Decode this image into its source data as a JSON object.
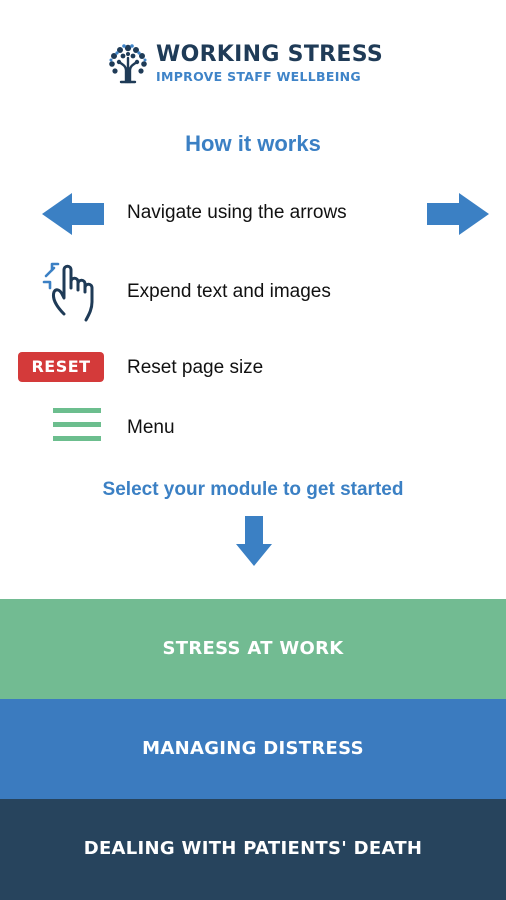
{
  "header": {
    "title": "WORKING STRESS",
    "subtitle": "IMPROVE STAFF WELLBEING",
    "logo_icon": "tree-icon"
  },
  "how_it_works": {
    "title": "How it works",
    "items": [
      {
        "icon": "arrows-icon",
        "label": "Navigate using the arrows"
      },
      {
        "icon": "pinch-hand-icon",
        "label": "Expend text and images"
      },
      {
        "icon": "reset-badge",
        "badge_text": "RESET",
        "label": "Reset page size"
      },
      {
        "icon": "menu-icon",
        "label": "Menu"
      }
    ]
  },
  "prompt": "Select your module to get started",
  "modules": [
    {
      "label": "STRESS AT WORK",
      "color": "#72bb92"
    },
    {
      "label": "MANAGING DISTRESS",
      "color": "#3b7bbf"
    },
    {
      "label": "DEALING WITH PATIENTS' DEATH",
      "color": "#27445d"
    }
  ],
  "colors": {
    "accent_blue": "#3b80c4",
    "title_navy": "#1f3b57",
    "reset_red": "#d43a3a",
    "menu_green": "#6cbe8e"
  }
}
